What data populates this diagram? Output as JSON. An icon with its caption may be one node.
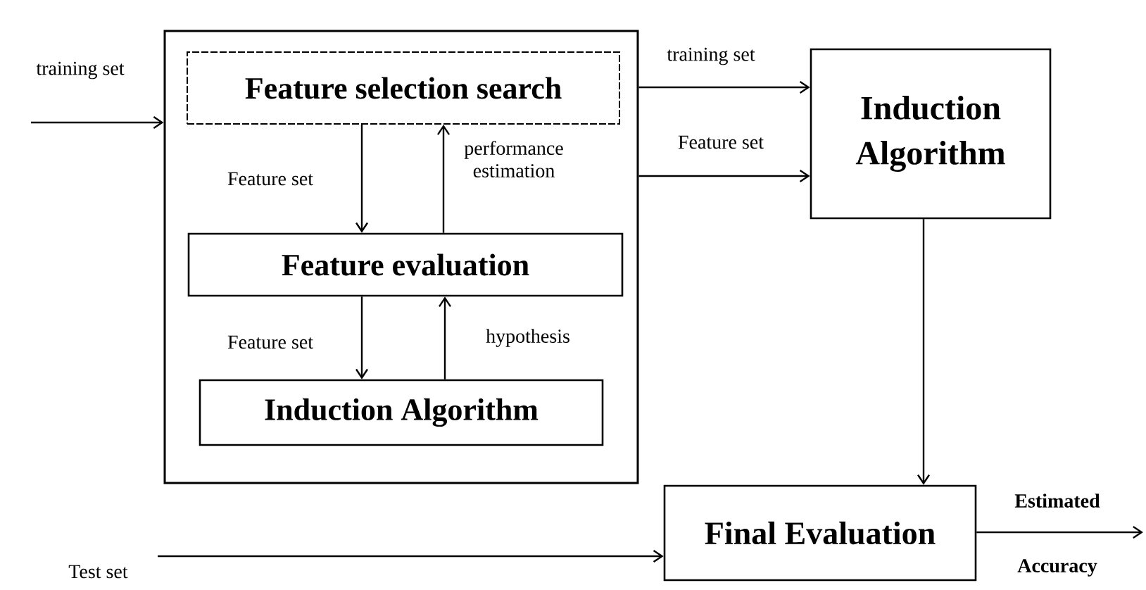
{
  "diagram": {
    "nodes": [
      {
        "text": [],
        "shape": "box"
      },
      {
        "text": [
          "Feature selection search"
        ],
        "in": 0
      },
      {
        "text": [
          "Feature evaluation"
        ],
        "in": 0
      },
      {
        "text": [
          "Induction Algorithm"
        ],
        "in": 0
      },
      {
        "text": [
          "Induction Algorithm"
        ]
      },
      {
        "text": [
          "Final Evaluation"
        ]
      }
    ],
    "edges": [
      {
        "from": null,
        "to": 0,
        "arrow": "to",
        "label": "training set"
      },
      {
        "from": 1,
        "to": 2,
        "arrow": "to",
        "label": "Feature set"
      },
      {
        "from": 2,
        "to": 1,
        "arrow": "to",
        "label": "performance estimation"
      },
      {
        "from": 2,
        "to": 3,
        "arrow": "to",
        "label": "Feature set"
      },
      {
        "from": 3,
        "to": 2,
        "arrow": "to",
        "label": "hypothesis"
      },
      {
        "from": 0,
        "to": 4,
        "arrow": "to",
        "label": "training set"
      },
      {
        "from": 0,
        "to": 4,
        "arrow": "to",
        "label": "Feature set"
      },
      {
        "from": 4,
        "to": 5,
        "arrow": "to"
      },
      {
        "from": null,
        "to": 5,
        "arrow": "to",
        "label": "Test set"
      },
      {
        "from": 5,
        "to": null,
        "arrow": "to",
        "label": "Estimated Accuracy"
      }
    ]
  }
}
